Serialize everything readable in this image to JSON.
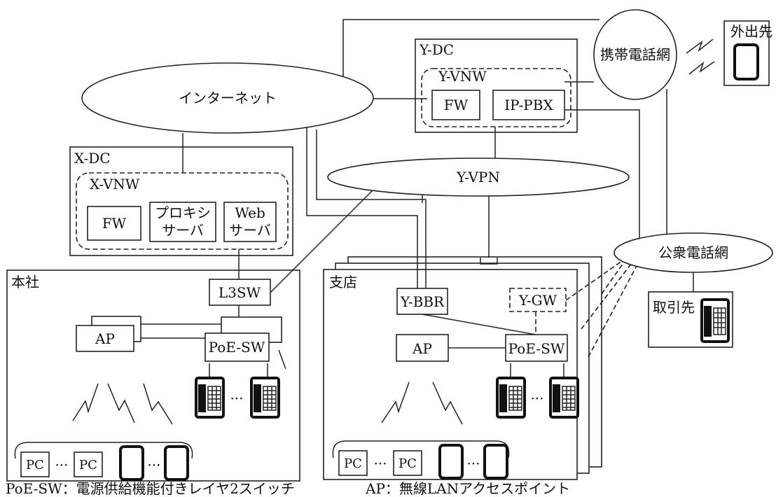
{
  "labels": {
    "internet": "インターネット",
    "mobile_net": "携帯電話網",
    "remote": "外出先",
    "ydc": "Y-DC",
    "yvnw": "Y-VNW",
    "ydc_fw": "FW",
    "ipbx": "IP-PBX",
    "xdc": "X-DC",
    "xvnw": "X-VNW",
    "xdc_fw": "FW",
    "proxy_1": "プロキシ",
    "proxy_2": "サーバ",
    "web_1": "Web",
    "web_2": "サーバ",
    "yvpn": "Y-VPN",
    "pstn": "公衆電話網",
    "partner": "取引先",
    "hq": "本社",
    "hq_l3sw": "L3SW",
    "hq_ap": "AP",
    "hq_poe": "PoE-SW",
    "hq_pc1": "PC",
    "hq_pc2": "PC",
    "hq_ellipsis_pc": "···",
    "hq_ellipsis_phone": "···",
    "hq_ellipsis_tab": "···",
    "branch": "支店",
    "ybbr": "Y-BBR",
    "ygw": "Y-GW",
    "br_ap": "AP",
    "br_poe": "PoE-SW",
    "br_pc1": "PC",
    "br_pc2": "PC",
    "br_ellipsis_pc": "···",
    "br_ellipsis_phone": "···",
    "br_ellipsis_tab": "···"
  },
  "footnotes": {
    "poe": "PoE-SW：電源供給機能付きレイヤ2スイッチ",
    "ap": "AP：無線LANアクセスポイント"
  }
}
